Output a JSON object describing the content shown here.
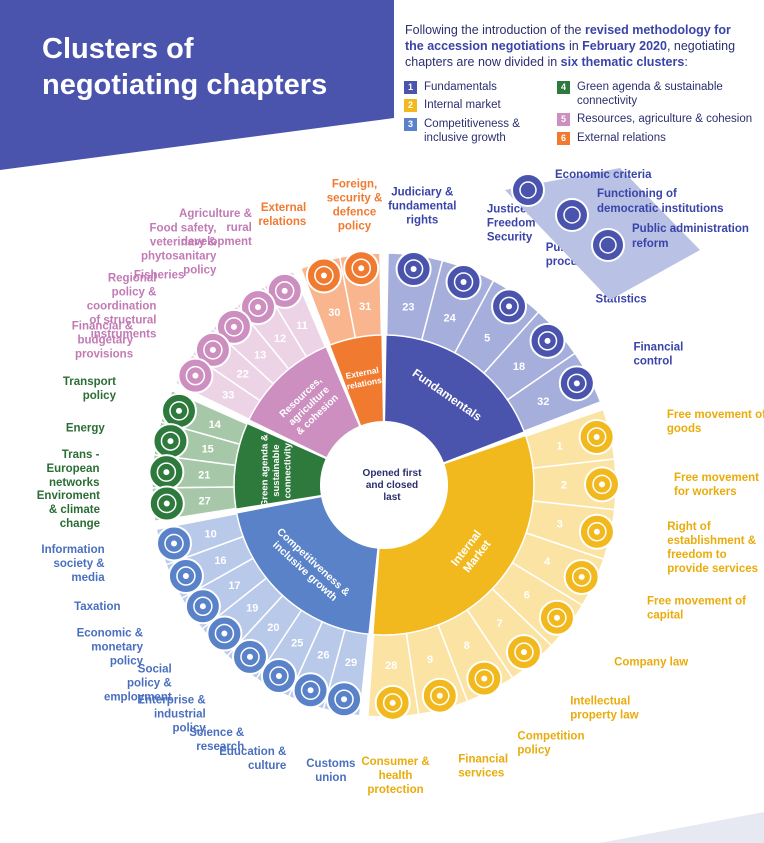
{
  "title_lines": [
    "Clusters of",
    "negotiating chapters"
  ],
  "intro": {
    "part1": "Following the introduction of the ",
    "highlight1": "revised methodology for the accession negotiations",
    "part2": " in ",
    "highlight2": "February 2020",
    "part3": ", negotiating chapters are now divided in ",
    "highlight3": "six thematic clusters",
    "part4": ":"
  },
  "colors": {
    "fundamentals": "#4a54ad",
    "internal_market": "#f2b91e",
    "competitiveness": "#5a82c9",
    "green": "#2e7a3d",
    "resources": "#cc8fc0",
    "external": "#f07a30",
    "header_bg": "#4a54ad"
  },
  "legend": [
    {
      "number": "1",
      "label": "Fundamentals",
      "color": "#4a54ad"
    },
    {
      "number": "2",
      "label": "Internal market",
      "color": "#f2b91e"
    },
    {
      "number": "3",
      "label": "Competitiveness & inclusive growth",
      "color": "#5a82c9"
    },
    {
      "number": "4",
      "label": "Green agenda & sustainable connectivity",
      "color": "#2e7a3d"
    },
    {
      "number": "5",
      "label": "Resources, agriculture & cohesion",
      "color": "#cc8fc0"
    },
    {
      "number": "6",
      "label": "External relations",
      "color": "#f07a30"
    }
  ],
  "center_label": [
    "Opened first",
    "and closed",
    "last"
  ],
  "clusters": [
    {
      "name": "Fundamentals",
      "chapters": [
        {
          "number": "23",
          "label": "Judiciary & fundamental rights",
          "icon": "gavel-icon"
        },
        {
          "number": "24",
          "label": "Justice, Freedom & Security",
          "icon": "scales-icon"
        },
        {
          "number": "5",
          "label": "Public procurement",
          "icon": "contract-icon"
        },
        {
          "number": "18",
          "label": "Statistics",
          "icon": "bar-chart-icon"
        },
        {
          "number": "32",
          "label": "Financial control",
          "icon": "coin-stack-icon"
        }
      ],
      "extras": [
        {
          "label": "Economic criteria",
          "icon": "coins-icon"
        },
        {
          "label": "Functioning of democratic institutions",
          "icon": "people-icon"
        },
        {
          "label": "Public administration reform",
          "icon": "building-icon"
        }
      ]
    },
    {
      "name": "Internal Market",
      "chapters": [
        {
          "number": "1",
          "label": "Free movement of goods",
          "icon": "boxes-icon"
        },
        {
          "number": "2",
          "label": "Free movement for workers",
          "icon": "worker-icon"
        },
        {
          "number": "3",
          "label": "Right of establishment & freedom to provide services",
          "icon": "truck-icon"
        },
        {
          "number": "4",
          "label": "Free movement of capital",
          "icon": "globe-icon"
        },
        {
          "number": "6",
          "label": "Company law",
          "icon": "document-icon"
        },
        {
          "number": "7",
          "label": "Intellectual property law",
          "icon": "lightbulb-icon"
        },
        {
          "number": "8",
          "label": "Competition policy",
          "icon": "podium-icon"
        },
        {
          "number": "9",
          "label": "Financial services",
          "icon": "chart-icon"
        },
        {
          "number": "28",
          "label": "Consumer & health protection",
          "icon": "heart-hands-icon"
        }
      ]
    },
    {
      "name": "Competitiveness & inclusive growth",
      "chapters": [
        {
          "number": "10",
          "label": "Information society & media",
          "icon": "news-icon"
        },
        {
          "number": "16",
          "label": "Taxation",
          "icon": "tax-icon"
        },
        {
          "number": "17",
          "label": "Economic & monetary policy",
          "icon": "coin-stack-icon"
        },
        {
          "number": "19",
          "label": "Social policy & employment",
          "icon": "people-icon"
        },
        {
          "number": "20",
          "label": "Enterprise & industrial policy",
          "icon": "factory-icon"
        },
        {
          "number": "25",
          "label": "Science & research",
          "icon": "molecule-icon"
        },
        {
          "number": "26",
          "label": "Education & culture",
          "icon": "theatre-masks-icon"
        },
        {
          "number": "29",
          "label": "Customs union",
          "icon": "barrier-icon"
        }
      ]
    },
    {
      "name": "Green agenda & sustainable connectivity",
      "chapters": [
        {
          "number": "14",
          "label": "Transport policy",
          "icon": "car-icon"
        },
        {
          "number": "15",
          "label": "Energy",
          "icon": "plug-icon"
        },
        {
          "number": "21",
          "label": "Trans - European networks",
          "icon": "road-icon"
        },
        {
          "number": "27",
          "label": "Enviroment & climate change",
          "icon": "recycle-icon"
        }
      ]
    },
    {
      "name": "Resources, agriculture & cohesion",
      "chapters": [
        {
          "number": "11",
          "label": "Agriculture & rural development",
          "icon": "field-icon"
        },
        {
          "number": "12",
          "label": "Food safety, veterinary & phytosanitary policy",
          "icon": "food-icon"
        },
        {
          "number": "13",
          "label": "Fisheries",
          "icon": "fish-icon"
        },
        {
          "number": "22",
          "label": "Regional policy & coordination of structural instruments",
          "icon": "people-icon"
        },
        {
          "number": "33",
          "label": "Financial & budgetary provisions",
          "icon": "checklist-icon"
        }
      ]
    },
    {
      "name": "External relations",
      "chapters": [
        {
          "number": "30",
          "label": "External relations",
          "icon": "handshake-icon"
        },
        {
          "number": "31",
          "label": "Foreign, security & defence policy",
          "icon": "shield-icon"
        }
      ]
    }
  ]
}
